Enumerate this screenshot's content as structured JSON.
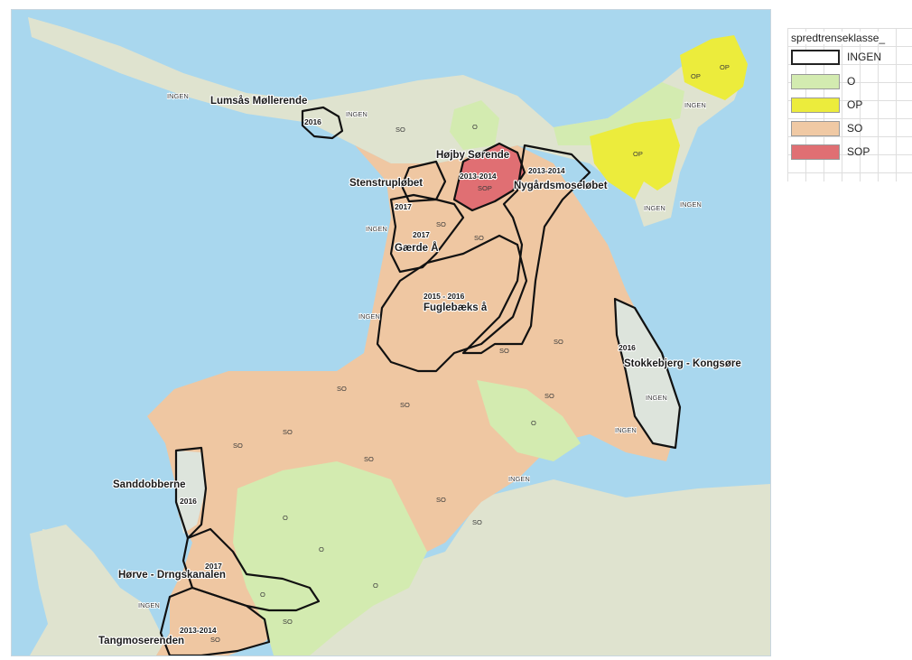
{
  "legend": {
    "title": "spredtrenseklasse_",
    "items": [
      {
        "label": "INGEN",
        "color": "#ffffff",
        "border": "#222222"
      },
      {
        "label": "O",
        "color": "#d3ebb0",
        "border": "#999999"
      },
      {
        "label": "OP",
        "color": "#ecec3c",
        "border": "#999999"
      },
      {
        "label": "SO",
        "color": "#f0c9a4",
        "border": "#999999"
      },
      {
        "label": "SOP",
        "color": "#e06f73",
        "border": "#999999"
      }
    ]
  },
  "colors": {
    "water": "#a9d7ee",
    "land_other": "#dfe3cf",
    "class_ingen_fill": "#dde4dc",
    "class_o": "#d3ebb0",
    "class_op": "#ecec3c",
    "class_so": "#efc7a2",
    "class_sop": "#e06f73",
    "boundary": "#111111"
  },
  "areas": {
    "lumsas": {
      "name": "Lumsås Møllerende",
      "year": "2016"
    },
    "hojby": {
      "name": "Højby Sørende",
      "year": "2013-2014",
      "class": "SOP"
    },
    "stenstrup": {
      "name": "Stenstrupløbet"
    },
    "nygards": {
      "name": "Nygårdsmoseløbet",
      "year": "2013-2014"
    },
    "gaerde": {
      "name": "Gærde Å",
      "year1": "2017",
      "year2": "2017"
    },
    "fuglebaek": {
      "name": "Fuglebæks å",
      "year": "2015 - 2016"
    },
    "stokkebjerg": {
      "name": "Stokkebjerg - Kongsøre",
      "year": "2016"
    },
    "sanddobberne": {
      "name": "Sanddobberne",
      "year": "2016"
    },
    "horve": {
      "name": "Hørve - Drngskanalen",
      "year": "2017"
    },
    "tangmose": {
      "name": "Tangmoserenden",
      "year": "2013-2014"
    }
  },
  "class_labels": {
    "so": "SO",
    "o": "O",
    "op": "OP",
    "ingen": "INGEN",
    "sop": "SOP"
  }
}
